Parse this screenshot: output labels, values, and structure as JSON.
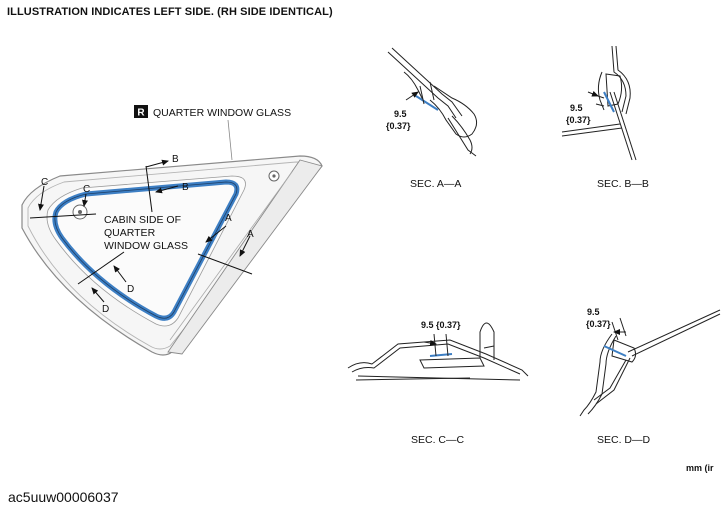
{
  "header": {
    "title": "ILLUSTRATION INDICATES LEFT SIDE. (RH SIDE IDENTICAL)"
  },
  "main_view": {
    "part_badge": "R",
    "part_name": "QUARTER WINDOW GLASS",
    "cabin_label": [
      "CABIN SIDE OF",
      "QUARTER",
      "WINDOW GLASS"
    ],
    "section_markers": {
      "a": "A",
      "b": "B",
      "c": "C",
      "d": "D"
    }
  },
  "sections": [
    {
      "id": "A",
      "title": "SEC. A—A",
      "dim_value": "9.5",
      "dim_inch": "{0.37}"
    },
    {
      "id": "B",
      "title": "SEC. B—B",
      "dim_value": "9.5",
      "dim_inch": "{0.37}"
    },
    {
      "id": "C",
      "title": "SEC. C—C",
      "dim_label": "9.5 {0.37}"
    },
    {
      "id": "D",
      "title": "SEC. D—D",
      "dim_value": "9.5",
      "dim_inch": "{0.37}"
    }
  ],
  "units_note": "mm (ir",
  "figure_id": "ac5uuw00006037",
  "colors": {
    "sealant": "#3d7fc4",
    "line": "#222222",
    "glass_edge": "#999999"
  }
}
